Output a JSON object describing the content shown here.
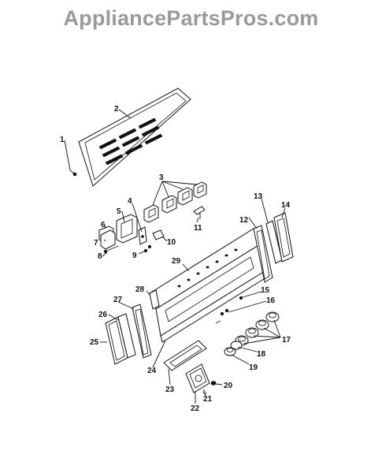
{
  "watermark": "AppliancePartsPros.com",
  "callouts": [
    {
      "id": "1",
      "text": "1"
    },
    {
      "id": "2",
      "text": "2"
    },
    {
      "id": "3",
      "text": "3"
    },
    {
      "id": "4",
      "text": "4"
    },
    {
      "id": "5",
      "text": "5"
    },
    {
      "id": "6",
      "text": "6"
    },
    {
      "id": "7",
      "text": "7"
    },
    {
      "id": "8",
      "text": "8"
    },
    {
      "id": "9",
      "text": "9"
    },
    {
      "id": "10",
      "text": "10"
    },
    {
      "id": "11",
      "text": "11"
    },
    {
      "id": "12",
      "text": "12"
    },
    {
      "id": "13",
      "text": "13"
    },
    {
      "id": "14",
      "text": "14"
    },
    {
      "id": "15",
      "text": "15"
    },
    {
      "id": "16",
      "text": "16"
    },
    {
      "id": "17",
      "text": "17"
    },
    {
      "id": "18",
      "text": "18"
    },
    {
      "id": "19",
      "text": "19"
    },
    {
      "id": "20",
      "text": "20"
    },
    {
      "id": "21",
      "text": "21"
    },
    {
      "id": "22",
      "text": "22"
    },
    {
      "id": "23",
      "text": "23"
    },
    {
      "id": "24",
      "text": "24"
    },
    {
      "id": "25",
      "text": "25"
    },
    {
      "id": "26",
      "text": "26"
    },
    {
      "id": "27",
      "text": "27"
    },
    {
      "id": "28",
      "text": "28"
    },
    {
      "id": "29",
      "text": "29"
    }
  ]
}
